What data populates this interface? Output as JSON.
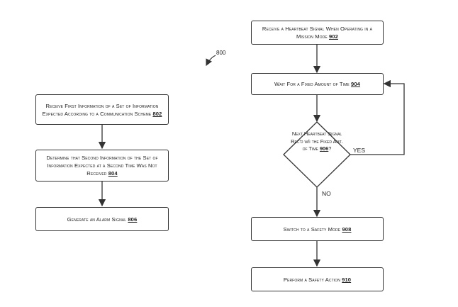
{
  "figure_label": "800",
  "left": {
    "step1": {
      "text": "Receive First Information of a Set of Information Expected According to a Communication Scheme",
      "ref": "802"
    },
    "step2": {
      "text": "Determine that Second Information of the Set of Information Expected at a Second Time Was Not Received",
      "ref": "804"
    },
    "step3": {
      "text": "Generate an Alarm Signal",
      "ref": "806"
    }
  },
  "right": {
    "step1": {
      "text": "Receive a Heartbeat Signal When Operating in a Mission Mode",
      "ref": "902"
    },
    "step2": {
      "text": "Wait For a Fixed Amount of Time",
      "ref": "904"
    },
    "decision": {
      "text": "Next Heartbeat Signal Rec'd w/i the Fixed Amt. of Time",
      "ref": "906",
      "suffix": "?"
    },
    "yes_label": "YES",
    "no_label": "NO",
    "step3": {
      "text": "Switch to a Safety Mode",
      "ref": "908"
    },
    "step4": {
      "text": "Perform a Safety Action",
      "ref": "910"
    }
  }
}
